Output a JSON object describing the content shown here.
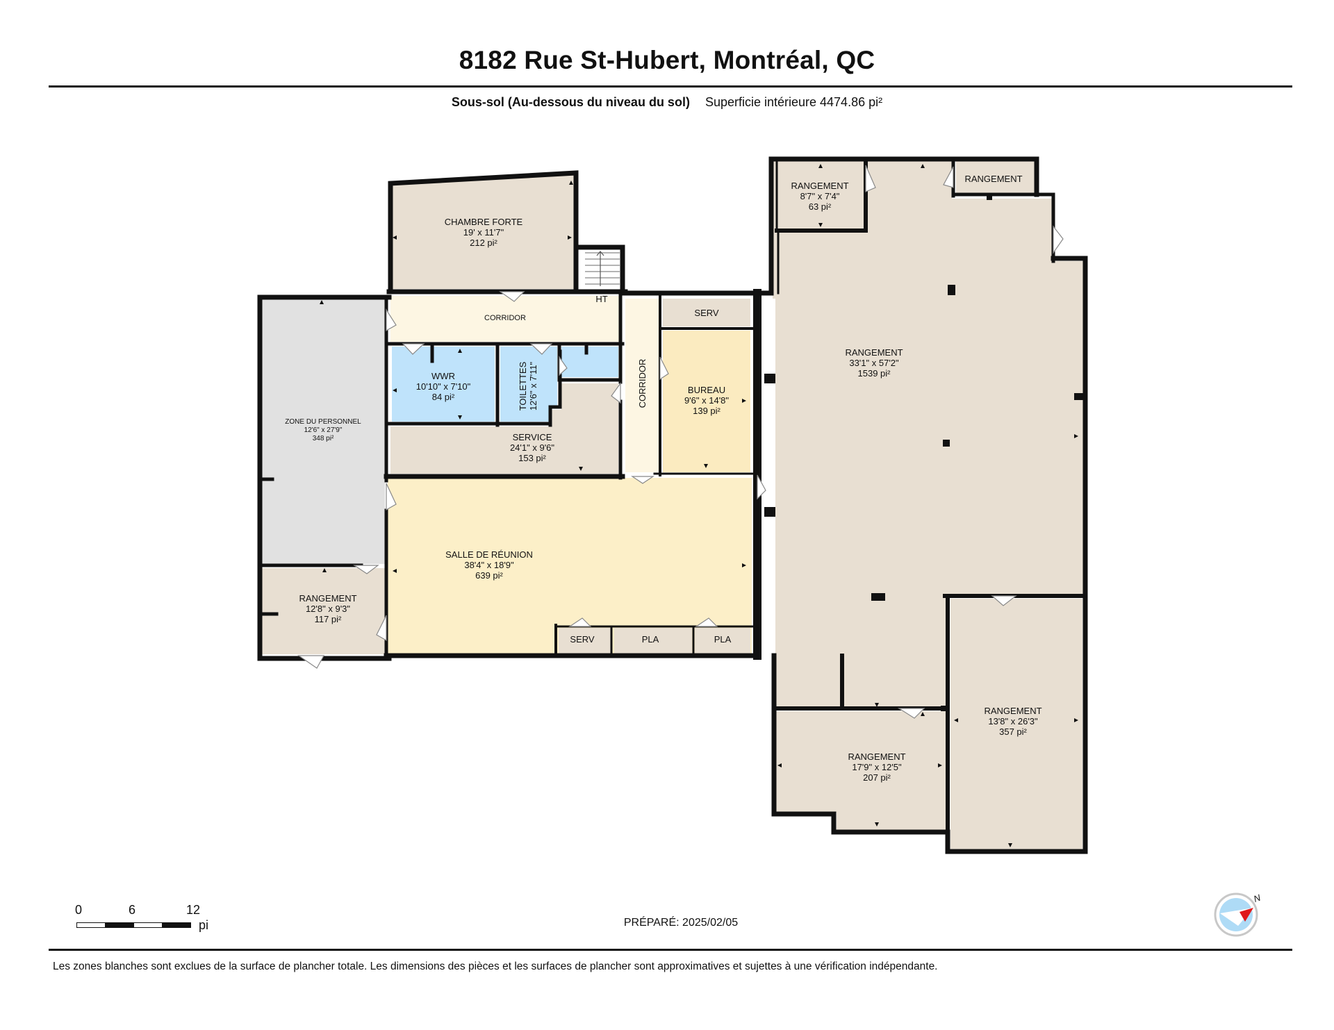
{
  "header": {
    "title": "8182 Rue St-Hubert, Montréal, QC",
    "level_name": "Sous-sol (Au-dessous du niveau du sol)",
    "area_label": "Superficie intérieure 4474.86 pi²"
  },
  "rooms": {
    "chambre_forte": {
      "name": "CHAMBRE FORTE",
      "dims": "19' x 11'7\"",
      "area": "212 pi²"
    },
    "corridor_top": {
      "name": "CORRIDOR"
    },
    "ht": {
      "name": "HT"
    },
    "wwr": {
      "name": "WWR",
      "dims": "10'10\" x 7'10\"",
      "area": "84 pi²"
    },
    "toilettes": {
      "name": "TOILETTES",
      "dims": "12'6\" x 7'11\""
    },
    "service": {
      "name": "SERVICE",
      "dims": "24'1\" x 9'6\"",
      "area": "153 pi²"
    },
    "zone_personnel": {
      "name": "ZONE DU PERSONNEL",
      "dims": "12'6\" x 27'9\"",
      "area": "348 pi²"
    },
    "corridor_vertical": {
      "name": "CORRIDOR"
    },
    "serv_top": {
      "name": "SERV"
    },
    "bureau": {
      "name": "BUREAU",
      "dims": "9'6\" x 14'8\"",
      "area": "139 pi²"
    },
    "salle_reunion": {
      "name": "SALLE DE RÉUNION",
      "dims": "38'4\" x 18'9\"",
      "area": "639 pi²"
    },
    "rangement_sw": {
      "name": "RANGEMENT",
      "dims": "12'8\" x 9'3\"",
      "area": "117 pi²"
    },
    "serv_bottom": {
      "name": "SERV"
    },
    "pla_1": {
      "name": "PLA"
    },
    "pla_2": {
      "name": "PLA"
    },
    "rangement_small_nw": {
      "name": "RANGEMENT",
      "dims": "8'7\" x 7'4\"",
      "area": "63 pi²"
    },
    "rangement_small_ne": {
      "name": "RANGEMENT"
    },
    "rangement_main": {
      "name": "RANGEMENT",
      "dims": "33'1\" x 57'2\"",
      "area": "1539 pi²"
    },
    "rangement_se_left": {
      "name": "RANGEMENT",
      "dims": "17'9\" x 12'5\"",
      "area": "207 pi²"
    },
    "rangement_se_right": {
      "name": "RANGEMENT",
      "dims": "13'8\" x 26'3\"",
      "area": "357 pi²"
    }
  },
  "colors": {
    "wall": "#111111",
    "storage": "#e8dfd2",
    "corridor": "#fdf6e3",
    "meeting": "#fcefc8",
    "office": "#fbebc0",
    "wet": "#bfe3fb",
    "staff": "#e1e1e1"
  },
  "scale_bar": {
    "ticks": [
      "0",
      "6",
      "12"
    ],
    "unit": "pi"
  },
  "compass": {
    "label": "N"
  },
  "footer": {
    "prepared": "PRÉPARÉ: 2025/02/05",
    "disclaimer": "Les zones blanches sont exclues de la surface de plancher totale. Les dimensions des pièces et les surfaces de plancher sont approximatives et sujettes à une vérification indépendante."
  }
}
